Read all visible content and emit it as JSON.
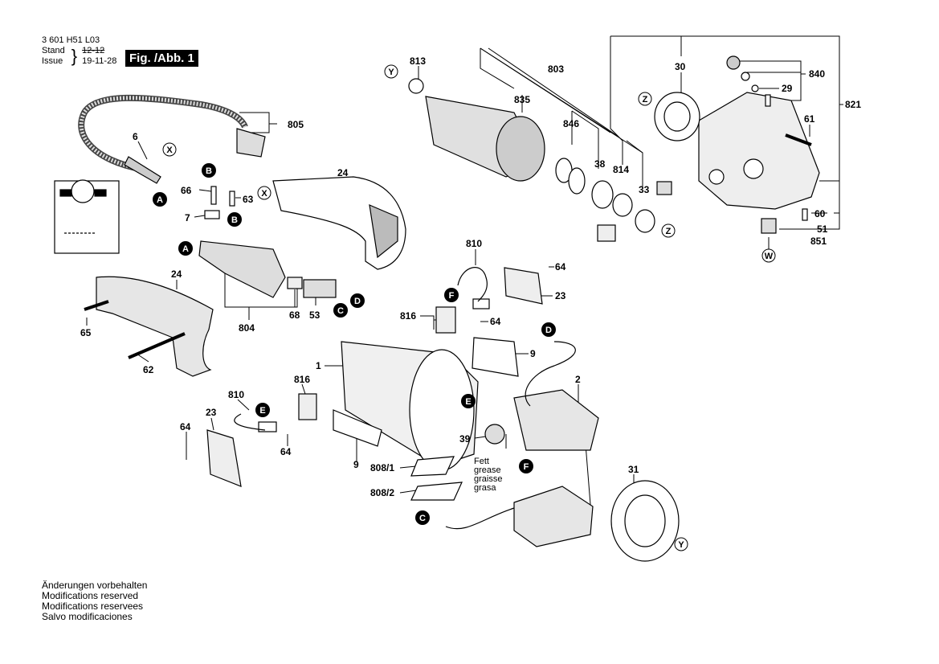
{
  "header": {
    "doc_number": "3 601 H51 L03",
    "stand_label": "Stand",
    "issue_label": "Issue",
    "stand_value": "12-12",
    "issue_value": "19-11-28",
    "figure_label": "Fig. /Abb. 1"
  },
  "footer": {
    "lines": [
      "Änderungen vorbehalten",
      "Modifications reserved",
      "Modifications reservees",
      "Salvo modificaciones"
    ]
  },
  "parts": {
    "p813": "813",
    "p803": "803",
    "p835": "835",
    "p846": "846",
    "p38": "38",
    "p814": "814",
    "p33": "33",
    "p30": "30",
    "p840": "840",
    "p29": "29",
    "p821": "821",
    "p61": "61",
    "p60": "60",
    "p51": "51",
    "p851": "851",
    "p805": "805",
    "p6": "6",
    "p24a": "24",
    "p66": "66",
    "p63": "63",
    "p7": "7",
    "p68": "68",
    "p53": "53",
    "p804": "804",
    "p24b": "24",
    "p65": "65",
    "p62": "62",
    "p810a": "810",
    "p64a": "64",
    "p23a": "23",
    "p816a": "816",
    "p64b": "64",
    "p9a": "9",
    "p1": "1",
    "p2": "2",
    "p816b": "816",
    "p810b": "810",
    "p23b": "23",
    "p64c": "64",
    "p64d": "64",
    "p39": "39",
    "p9b": "9",
    "p8081": "808/1",
    "p8082": "808/2",
    "p31": "31"
  },
  "grease_note": [
    "Fett",
    "grease",
    "graisse",
    "grasa"
  ],
  "markers": {
    "Y": "Y",
    "Z": "Z",
    "X": "X",
    "A": "A",
    "B": "B",
    "C": "C",
    "D": "D",
    "E": "E",
    "F": "F",
    "W": "W"
  }
}
